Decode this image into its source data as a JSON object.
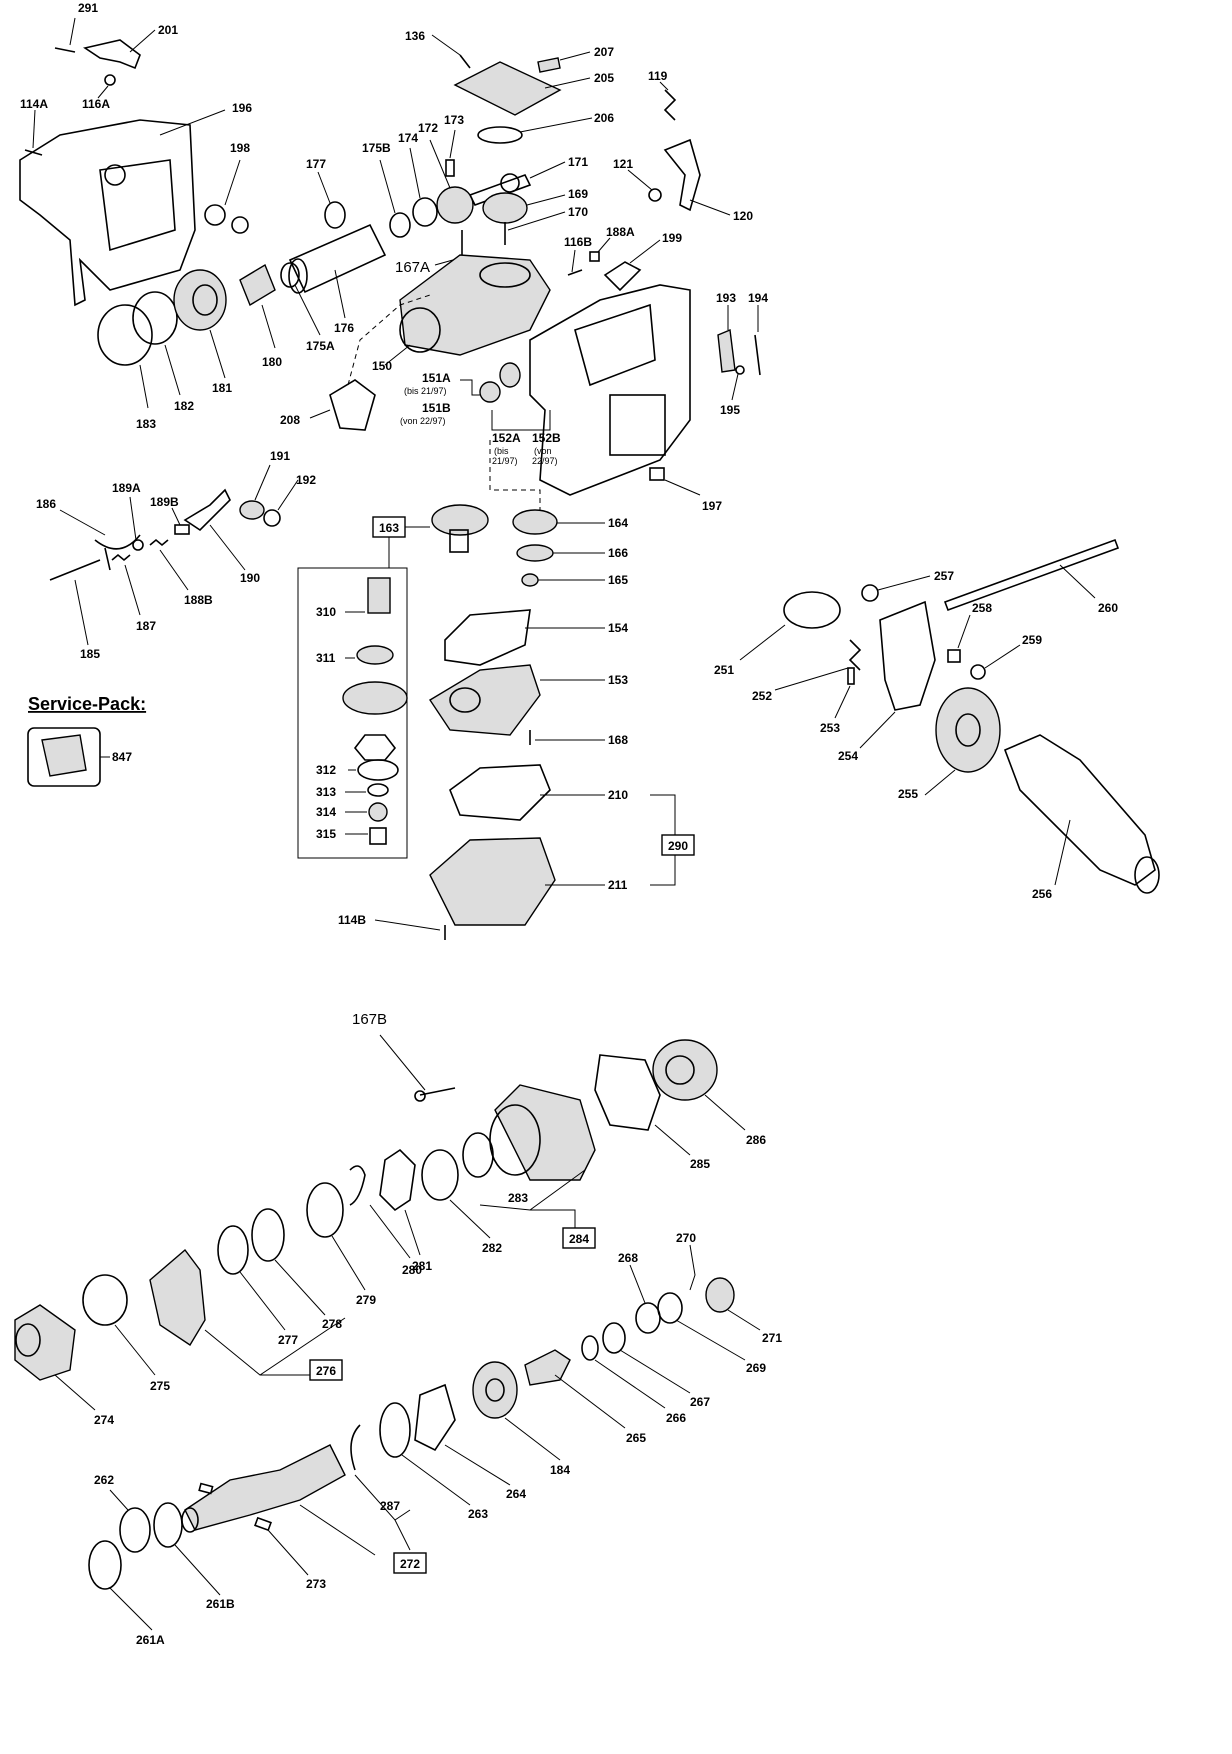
{
  "title": "Service-Pack:",
  "labels": {
    "l291": "291",
    "l201": "201",
    "l114A": "114A",
    "l116A": "116A",
    "l196": "196",
    "l198": "198",
    "l177": "177",
    "l175B": "175B",
    "l174": "174",
    "l172": "172",
    "l173": "173",
    "l136": "136",
    "l207": "207",
    "l205": "205",
    "l206": "206",
    "l119": "119",
    "l171": "171",
    "l121": "121",
    "l120": "120",
    "l169": "169",
    "l170": "170",
    "l116B": "116B",
    "l188A": "188A",
    "l199": "199",
    "l167A": "167A",
    "l193": "193",
    "l194": "194",
    "l195": "195",
    "l150": "150",
    "l151A": "151A",
    "l151Ab": "(bis 21/97)",
    "l151B": "151B",
    "l151Bb": "(von 22/97)",
    "l152A": "152A",
    "l152Ab1": "(bis",
    "l152Ab2": "21/97)",
    "l152B": "152B",
    "l152Bb1": "(von",
    "l152Bb2": "22/97)",
    "l176": "176",
    "l175A": "175A",
    "l180": "180",
    "l181": "181",
    "l182": "182",
    "l183": "183",
    "l208": "208",
    "l197": "197",
    "l191": "191",
    "l192": "192",
    "l186": "186",
    "l189A": "189A",
    "l189B": "189B",
    "l190": "190",
    "l187": "187",
    "l188B": "188B",
    "l185": "185",
    "l163": "163",
    "l164": "164",
    "l166": "166",
    "l165": "165",
    "l154": "154",
    "l153": "153",
    "l168": "168",
    "l210": "210",
    "l290": "290",
    "l211": "211",
    "l114B": "114B",
    "l310": "310",
    "l311": "311",
    "l312": "312",
    "l313": "313",
    "l314": "314",
    "l315": "315",
    "l847": "847",
    "l257": "257",
    "l260": "260",
    "l258": "258",
    "l259": "259",
    "l251": "251",
    "l252": "252",
    "l253": "253",
    "l254": "254",
    "l255": "255",
    "l256": "256",
    "l167B": "167B",
    "l286": "286",
    "l285": "285",
    "l283": "283",
    "l284": "284",
    "l282": "282",
    "l281": "281",
    "l280": "280",
    "l279": "279",
    "l278": "278",
    "l277": "277",
    "l276": "276",
    "l275": "275",
    "l274": "274",
    "l270": "270",
    "l268": "268",
    "l271": "271",
    "l269": "269",
    "l267": "267",
    "l266": "266",
    "l265": "265",
    "l184": "184",
    "l264": "264",
    "l263": "263",
    "l287": "287",
    "l272": "272",
    "l273": "273",
    "l262": "262",
    "l261B": "261B",
    "l261A": "261A"
  }
}
